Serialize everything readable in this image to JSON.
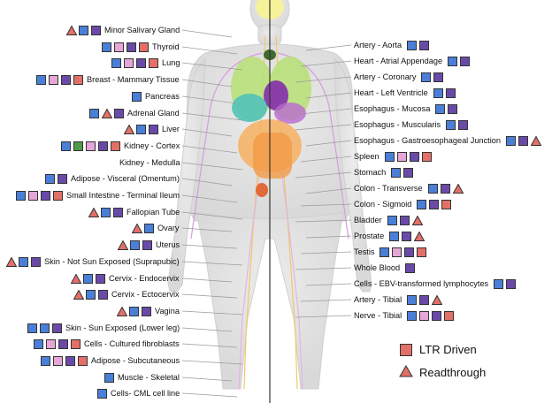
{
  "palette": {
    "blue": "#4a7fd8",
    "pink": "#e7a6d8",
    "purple": "#6a4aa8",
    "red": "#e27068",
    "green": "#4e9a48",
    "triangle": "#e27068"
  },
  "legend": {
    "ltr_driven": "LTR Driven",
    "readthrough": "Readthrough"
  },
  "tissues_left": [
    {
      "label": "Minor Salivary Gland",
      "markers": [
        "red-tri",
        "blue",
        "purple"
      ]
    },
    {
      "label": "Thyroid",
      "markers": [
        "blue",
        "pink",
        "purple",
        "red"
      ]
    },
    {
      "label": "Lung",
      "markers": [
        "blue",
        "pink",
        "purple",
        "red"
      ]
    },
    {
      "label": "Breast - Mammary Tissue",
      "markers": [
        "blue",
        "pink",
        "purple",
        "red"
      ]
    },
    {
      "label": "Pancreas",
      "markers": [
        "blue"
      ]
    },
    {
      "label": "Adrenal Gland",
      "markers": [
        "blue",
        "red-tri",
        "purple"
      ]
    },
    {
      "label": "Liver",
      "markers": [
        "red-tri",
        "blue",
        "purple"
      ]
    },
    {
      "label": "Kidney - Cortex",
      "markers": [
        "blue",
        "green",
        "pink",
        "purple",
        "red"
      ]
    },
    {
      "label": "Kidney - Medulla",
      "markers": []
    },
    {
      "label": "Adipose - Visceral (Omentum)",
      "markers": [
        "blue",
        "purple"
      ]
    },
    {
      "label": "Small Intestine - Terminal Ileum",
      "markers": [
        "blue",
        "pink",
        "purple",
        "red"
      ]
    },
    {
      "label": "Fallopian Tube",
      "markers": [
        "red-tri",
        "blue",
        "purple"
      ]
    },
    {
      "label": "Ovary",
      "markers": [
        "red-tri",
        "blue"
      ]
    },
    {
      "label": "Uterus",
      "markers": [
        "red-tri",
        "blue",
        "purple"
      ]
    },
    {
      "label": "Skin - Not Sun Exposed (Suprapubic)",
      "markers": [
        "red-tri",
        "blue",
        "purple"
      ]
    },
    {
      "label": "Cervix - Endocervix",
      "markers": [
        "red-tri",
        "blue",
        "purple"
      ]
    },
    {
      "label": "Cervix - Ectocervix",
      "markers": [
        "red-tri",
        "blue",
        "purple"
      ]
    },
    {
      "label": "Vagina",
      "markers": [
        "red-tri",
        "blue",
        "purple"
      ]
    },
    {
      "label": "Skin - Sun Exposed (Lower leg)",
      "markers": [
        "blue",
        "blue",
        "purple"
      ]
    },
    {
      "label": "Cells - Cultured fibroblasts",
      "markers": [
        "blue",
        "pink",
        "purple",
        "red"
      ]
    },
    {
      "label": "Adipose - Subcutaneous",
      "markers": [
        "blue",
        "pink",
        "purple",
        "red"
      ]
    },
    {
      "label": "Muscle - Skeletal",
      "markers": [
        "blue"
      ]
    },
    {
      "label": "Cells- CML cell line",
      "markers": [
        "blue"
      ]
    }
  ],
  "tissues_right": [
    {
      "label": "Artery - Aorta",
      "markers": [
        "blue",
        "purple"
      ]
    },
    {
      "label": "Heart - Atrial Appendage",
      "markers": [
        "blue",
        "purple"
      ]
    },
    {
      "label": "Artery - Coronary",
      "markers": [
        "blue",
        "purple"
      ]
    },
    {
      "label": "Heart - Left Ventricle",
      "markers": [
        "blue",
        "purple"
      ]
    },
    {
      "label": "Esophagus - Mucosa",
      "markers": [
        "blue",
        "purple"
      ]
    },
    {
      "label": "Esophagus - Muscularis",
      "markers": [
        "blue",
        "purple"
      ]
    },
    {
      "label": "Esophagus - Gastroesophageal Junction",
      "markers": [
        "blue",
        "purple",
        "red-tri"
      ]
    },
    {
      "label": "Spleen",
      "markers": [
        "blue",
        "pink",
        "purple",
        "red"
      ]
    },
    {
      "label": "Stomach",
      "markers": [
        "blue",
        "purple"
      ]
    },
    {
      "label": "Colon - Transverse",
      "markers": [
        "blue",
        "purple",
        "red-tri"
      ]
    },
    {
      "label": "Colon - Sigmoid",
      "markers": [
        "blue",
        "purple",
        "red"
      ]
    },
    {
      "label": "Bladder",
      "markers": [
        "blue",
        "purple",
        "red-tri"
      ]
    },
    {
      "label": "Prostate",
      "markers": [
        "blue",
        "purple",
        "red-tri"
      ]
    },
    {
      "label": "Testis",
      "markers": [
        "blue",
        "pink",
        "purple",
        "red"
      ]
    },
    {
      "label": "Whole Blood",
      "markers": [
        "purple"
      ]
    },
    {
      "label": "Cells - EBV-transformed lymphocytes",
      "markers": [
        "blue",
        "purple"
      ]
    },
    {
      "label": "Artery - Tibial",
      "markers": [
        "blue",
        "purple",
        "red-tri"
      ]
    },
    {
      "label": "Nerve - Tibial",
      "markers": [
        "blue",
        "pink",
        "purple",
        "red"
      ]
    }
  ]
}
